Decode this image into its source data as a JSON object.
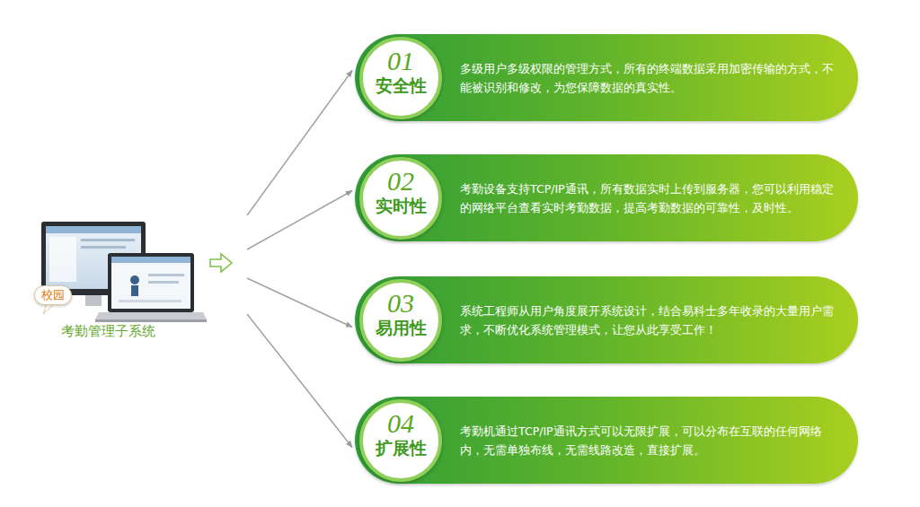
{
  "diagram": {
    "nodes": [
      {
        "text": [
          "考勤管理子系统"
        ]
      },
      {
        "text": [
          "校园"
        ],
        "in": 0
      },
      {
        "text": [
          "多级用户多级权限的管理方式，所有的终端数据采用加密传输的方式，不能被识别和修改，为您保障数据的真实性。"
        ]
      },
      {
        "text": [
          "01",
          "安全性"
        ],
        "in": 2
      },
      {
        "text": [
          "考勤设备支持TCP/IP通讯，所有数据实时上传到服务器，您可以利用稳定的网络平台查看实时考勤数据，提高考勤数据的可靠性，及时性。"
        ]
      },
      {
        "text": [
          "02",
          "实时性"
        ],
        "in": 4
      },
      {
        "text": [
          "系统工程师从用户角度展开系统设计，结合易科士多年收录的大量用户需求，不断优化系统管理模式，让您从此享受工作！"
        ]
      },
      {
        "text": [
          "03",
          "易用性"
        ],
        "in": 6
      },
      {
        "text": [
          "考勤机通过TCP/IP通讯方式可以无限扩展，可以分布在互联的任何网络内，无需单独布线，无需线路改造，直接扩展。"
        ]
      },
      {
        "text": [
          "04",
          "扩展性"
        ],
        "in": 8
      }
    ],
    "edges": [
      {
        "from": 0,
        "to": 2,
        "arrow": "to"
      },
      {
        "from": 0,
        "to": 4,
        "arrow": "to"
      },
      {
        "from": 0,
        "to": 6,
        "arrow": "to"
      },
      {
        "from": 0,
        "to": 8,
        "arrow": "to"
      }
    ]
  }
}
